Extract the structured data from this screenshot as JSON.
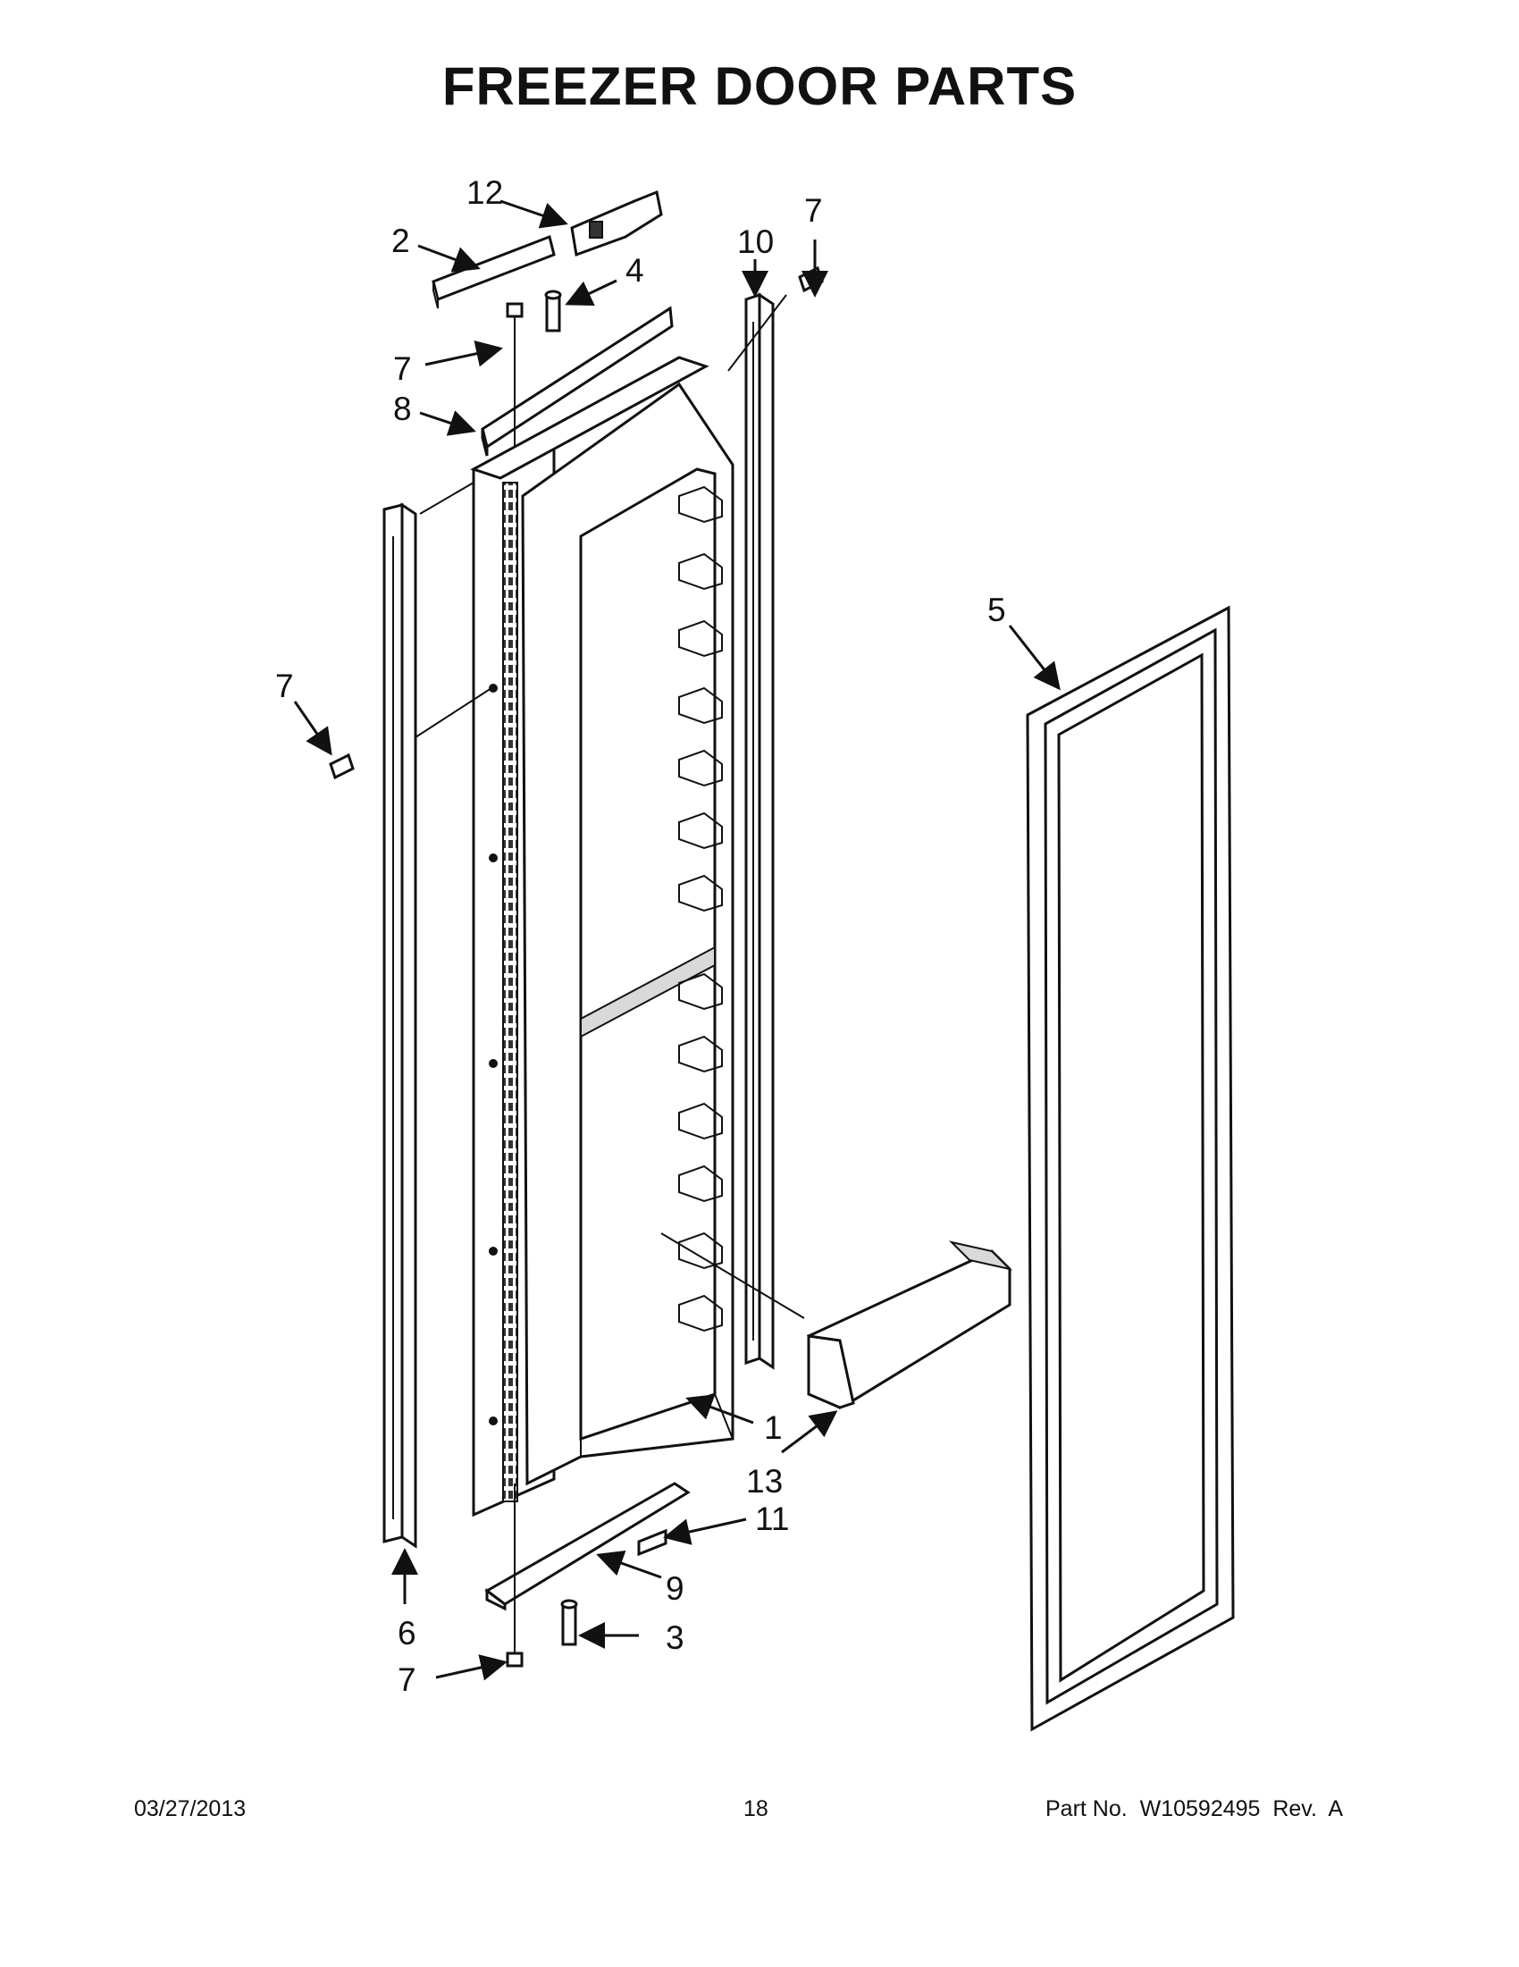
{
  "title": "FREEZER DOOR PARTS",
  "footer": {
    "date": "03/27/2013",
    "page": "18",
    "part_label": "Part No.",
    "part_number": "W10592495",
    "rev_label": "Rev.",
    "rev": "A"
  },
  "callouts": {
    "c1": "1",
    "c2": "2",
    "c3": "3",
    "c4": "4",
    "c5": "5",
    "c6": "6",
    "c7_top_right": "7",
    "c7_top_left": "7",
    "c7_left": "7",
    "c7_bottom": "7",
    "c8": "8",
    "c9": "9",
    "c10": "10",
    "c11": "11",
    "c12": "12",
    "c13": "13"
  }
}
